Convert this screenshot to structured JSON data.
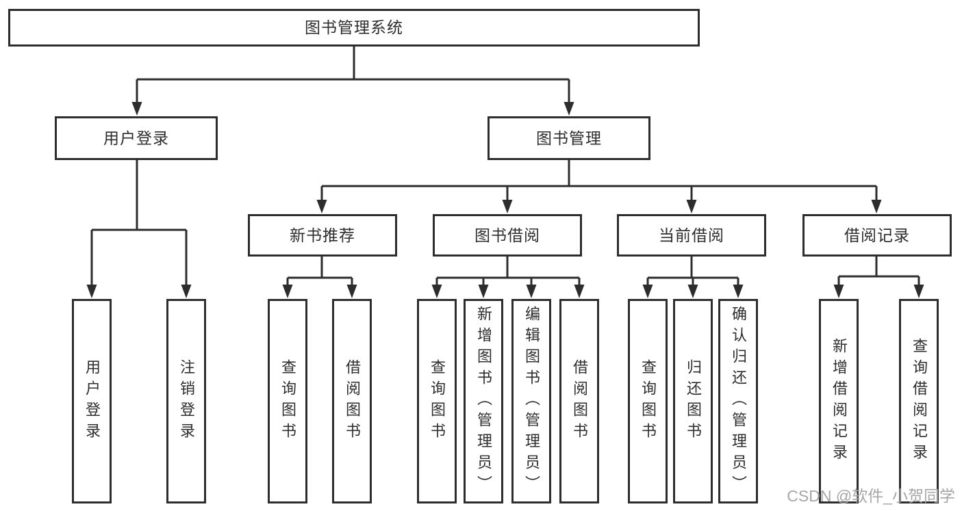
{
  "tree": {
    "root": {
      "label": "图书管理系统"
    },
    "children": [
      {
        "label": "用户登录",
        "leaves": [
          {
            "label": "用户登录"
          },
          {
            "label": "注销登录"
          }
        ]
      },
      {
        "label": "图书管理",
        "groups": [
          {
            "label": "新书推荐",
            "leaves": [
              {
                "label": "查询图书"
              },
              {
                "label": "借阅图书"
              }
            ]
          },
          {
            "label": "图书借阅",
            "leaves": [
              {
                "label": "查询图书"
              },
              {
                "label": "新增图书（管理员）"
              },
              {
                "label": "编辑图书（管理员）"
              },
              {
                "label": "借阅图书"
              }
            ]
          },
          {
            "label": "当前借阅",
            "leaves": [
              {
                "label": "查询图书"
              },
              {
                "label": "归还图书"
              },
              {
                "label": "确认归还（管理员）"
              }
            ]
          },
          {
            "label": "借阅记录",
            "leaves": [
              {
                "label": "新增借阅记录"
              },
              {
                "label": "查询借阅记录"
              }
            ]
          }
        ]
      }
    ]
  },
  "watermark": {
    "text": "CSDN @软件_小贺同学",
    "color": "#a6a6a6"
  },
  "colors": {
    "line": "#2d2d2d",
    "text": "#2d2d2d",
    "box_background": "#ffffff",
    "page_background": "#ffffff"
  }
}
